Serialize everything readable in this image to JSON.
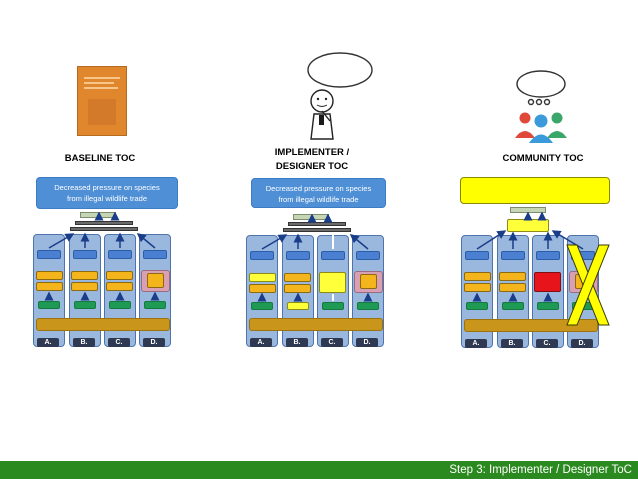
{
  "panels": [
    {
      "title_lines": [
        "BASELINE TOC"
      ],
      "goal": "Decreased pressure on species from illegal wildlife trade",
      "columns": [
        "A.",
        "B.",
        "C.",
        "D."
      ]
    },
    {
      "title_lines": [
        "IMPLEMENTER /",
        "DESIGNER TOC"
      ],
      "goal": "Decreased pressure on species from illegal wildlife trade",
      "columns": [
        "A.",
        "B.",
        "C.",
        "D."
      ]
    },
    {
      "title_lines": [
        "COMMUNITY TOC"
      ],
      "goal": "",
      "columns": [
        "A.",
        "B.",
        "C.",
        "D."
      ]
    }
  ],
  "footer": {
    "label": "Step 3: Implementer / Designer ToC"
  },
  "icons": [
    "report-cover-icon",
    "thinking-person-icon",
    "community-people-icon",
    "thought-cloud-icon"
  ],
  "colors": {
    "footer_green": "#2b8a1f",
    "goal_blue": "#4f8fd6",
    "community_goal_yellow": "#ffff00",
    "column_blue": "#9ab7de",
    "orange": "#f3b41c",
    "red": "#e8141c",
    "x_mark": "#ffff00"
  }
}
